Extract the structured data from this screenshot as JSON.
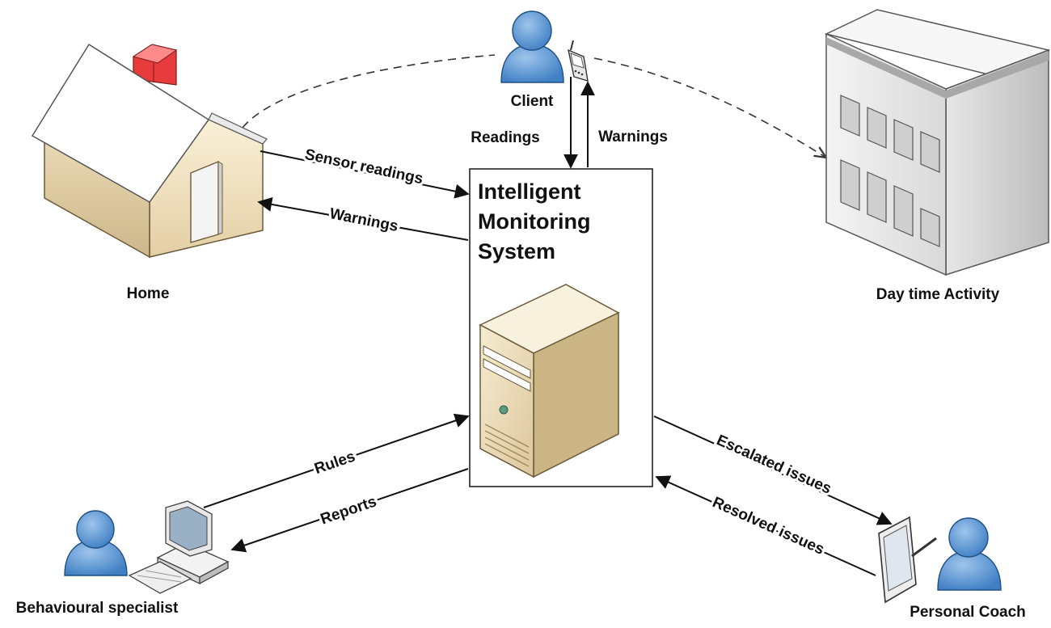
{
  "diagram": {
    "central_system": {
      "title_lines": [
        "Intelligent",
        "Monitoring",
        "System"
      ]
    },
    "nodes": {
      "home": "Home",
      "client": "Client",
      "daytime": "Day time Activity",
      "specialist": "Behavioural specialist",
      "coach": "Personal Coach"
    },
    "edges": {
      "sensor_readings": "Sensor readings",
      "warnings_home": "Warnings",
      "readings": "Readings",
      "warnings_client": "Warnings",
      "rules": "Rules",
      "reports": "Reports",
      "escalated": "Escalated issues",
      "resolved": "Resolved issues"
    }
  }
}
